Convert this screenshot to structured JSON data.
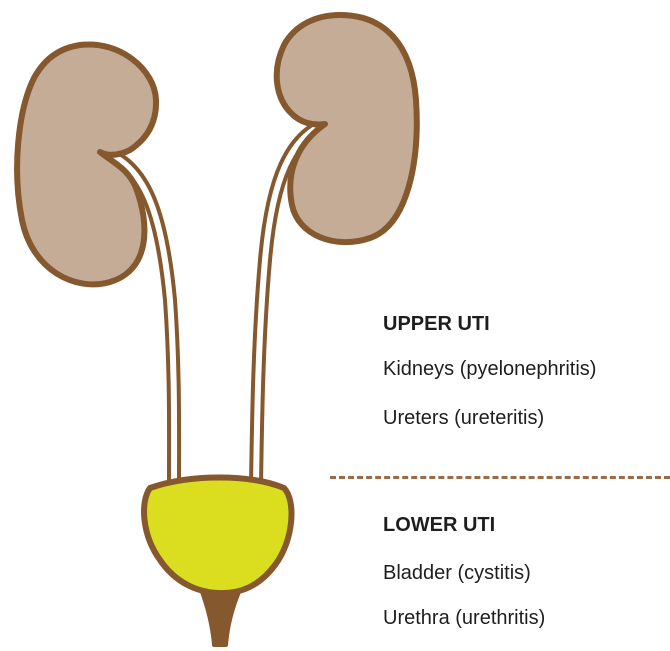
{
  "upper": {
    "heading": "UPPER UTI",
    "items": [
      "Kidneys (pyelonephritis)",
      "Ureters (ureteritis)"
    ]
  },
  "lower": {
    "heading": "LOWER UTI",
    "items": [
      "Bladder (cystitis)",
      "Urethra (urethritis)"
    ]
  },
  "colors": {
    "outline": "#85582e",
    "kidney_fill": "#c4ac96",
    "bladder_fill": "#dade1e",
    "divider": "#9a6b45",
    "text": "#1e1e1e"
  }
}
